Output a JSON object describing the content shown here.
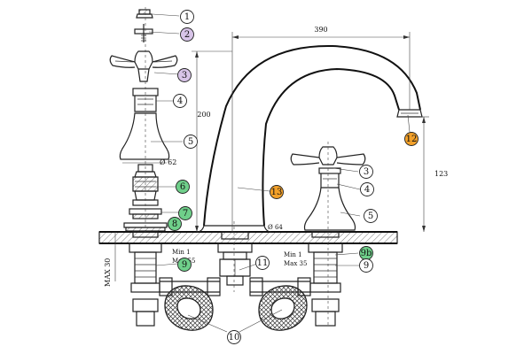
{
  "colors": {
    "line": "#222222",
    "purple": "#d8c4e8",
    "green": "#6fcf8a",
    "orange": "#f3a12a",
    "plain": "#ffffff"
  },
  "dimensions": {
    "width": "390",
    "height": "200",
    "spout_height": "123",
    "handle_diameter": "Ø 62",
    "spout_diameter": "Ø 64",
    "max_thickness": "MAX 30",
    "left_min": "Min 1",
    "left_max": "Max 55",
    "right_min": "Min 1",
    "right_max": "Max 35"
  },
  "callouts": [
    {
      "id": "c1",
      "label": "1",
      "color": "plain"
    },
    {
      "id": "c2",
      "label": "2",
      "color": "purple"
    },
    {
      "id": "c3",
      "label": "3",
      "color": "purple"
    },
    {
      "id": "c4",
      "label": "4",
      "color": "plain"
    },
    {
      "id": "c5",
      "label": "5",
      "color": "plain"
    },
    {
      "id": "c6",
      "label": "6",
      "color": "green"
    },
    {
      "id": "c7",
      "label": "7",
      "color": "green"
    },
    {
      "id": "c8",
      "label": "8",
      "color": "green"
    },
    {
      "id": "c9",
      "label": "9",
      "color": "green"
    },
    {
      "id": "c10",
      "label": "10",
      "color": "plain"
    },
    {
      "id": "c11",
      "label": "11",
      "color": "plain"
    },
    {
      "id": "c12",
      "label": "12",
      "color": "orange"
    },
    {
      "id": "c13",
      "label": "13",
      "color": "orange"
    },
    {
      "id": "c3b",
      "label": "3",
      "color": "plain"
    },
    {
      "id": "c4b",
      "label": "4",
      "color": "plain"
    },
    {
      "id": "c5b",
      "label": "5",
      "color": "plain"
    },
    {
      "id": "c9b",
      "label": "9b",
      "color": "green"
    },
    {
      "id": "c9c",
      "label": "9",
      "color": "plain"
    }
  ]
}
